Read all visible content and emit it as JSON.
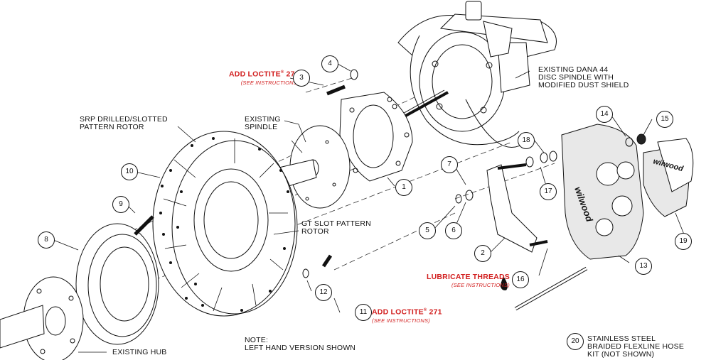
{
  "labels": {
    "existing_dana": [
      "EXISTING DANA 44",
      "DISC SPINDLE WITH",
      "MODIFIED DUST SHIELD"
    ],
    "srp_rotor": [
      "SRP DRILLED/SLOTTED",
      "PATTERN ROTOR"
    ],
    "existing_spindle": [
      "EXISTING",
      "SPINDLE"
    ],
    "gt_rotor": [
      "GT SLOT PATTERN",
      "ROTOR"
    ],
    "existing_hub": "EXISTING HUB",
    "note": [
      "NOTE:",
      "LEFT HAND VERSION SHOWN"
    ],
    "hose_kit": [
      "STAINLESS STEEL",
      "BRAIDED FLEXLINE HOSE",
      "KIT (NOT SHOWN)"
    ],
    "loctite_top": "ADD LOCTITE",
    "loctite_top_num": "271",
    "loctite_top_sub": "(SEE INSTRUCTIONS)",
    "loctite_bottom": "ADD LOCTITE",
    "loctite_bottom_num": "271",
    "loctite_bottom_sub": "(SEE INSTRUCTIONS)",
    "lubricate": "LUBRICATE THREADS",
    "lubricate_sub": "(SEE INSTRUCTIONS)",
    "registered": "®"
  },
  "callouts": [
    "1",
    "2",
    "3",
    "4",
    "5",
    "6",
    "7",
    "8",
    "9",
    "10",
    "11",
    "12",
    "13",
    "14",
    "15",
    "16",
    "17",
    "18",
    "19",
    "20"
  ],
  "brand_text": "wilwood",
  "colors": {
    "line": "#111111",
    "accent_red": "#d21f1f",
    "caliper_fill": "#e8e8e8"
  }
}
